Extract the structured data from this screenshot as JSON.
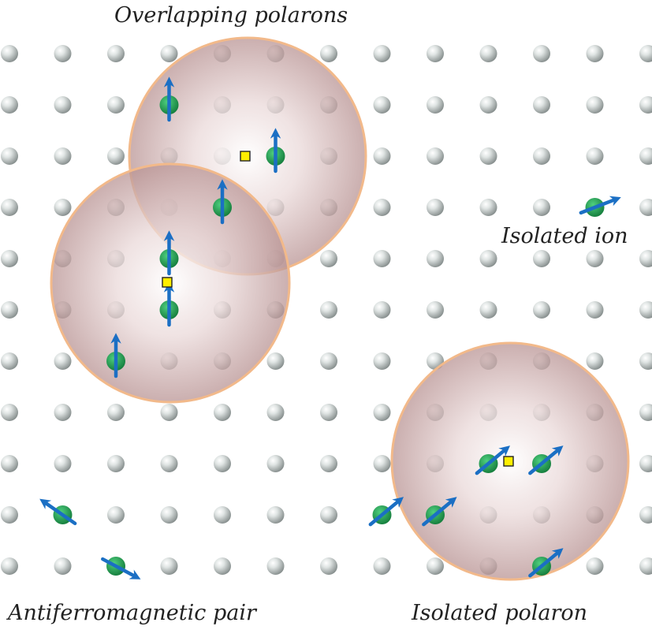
{
  "labels": {
    "overlapping_polarons": "Overlapping polarons",
    "isolated_ion": "Isolated ion",
    "antiferromagnetic_pair": "Antiferromagnetic pair",
    "isolated_polaron": "Isolated polaron"
  },
  "lattice": {
    "columns": 13,
    "rows": 11
  },
  "colors": {
    "lattice_atom": "#b8c0bf",
    "magnetic_ion": "#1e9a4e",
    "spin_arrow": "#1b6fc4",
    "donor_site": "#ffee00",
    "polaron_fill": "#c8a6a6",
    "polaron_edge": "#f2b98a"
  },
  "polarons": [
    {
      "name": "upper-overlapping-polaron"
    },
    {
      "name": "lower-overlapping-polaron"
    },
    {
      "name": "isolated-polaron"
    }
  ],
  "spin_directions": [
    "up",
    "up-right",
    "right",
    "left-up"
  ]
}
